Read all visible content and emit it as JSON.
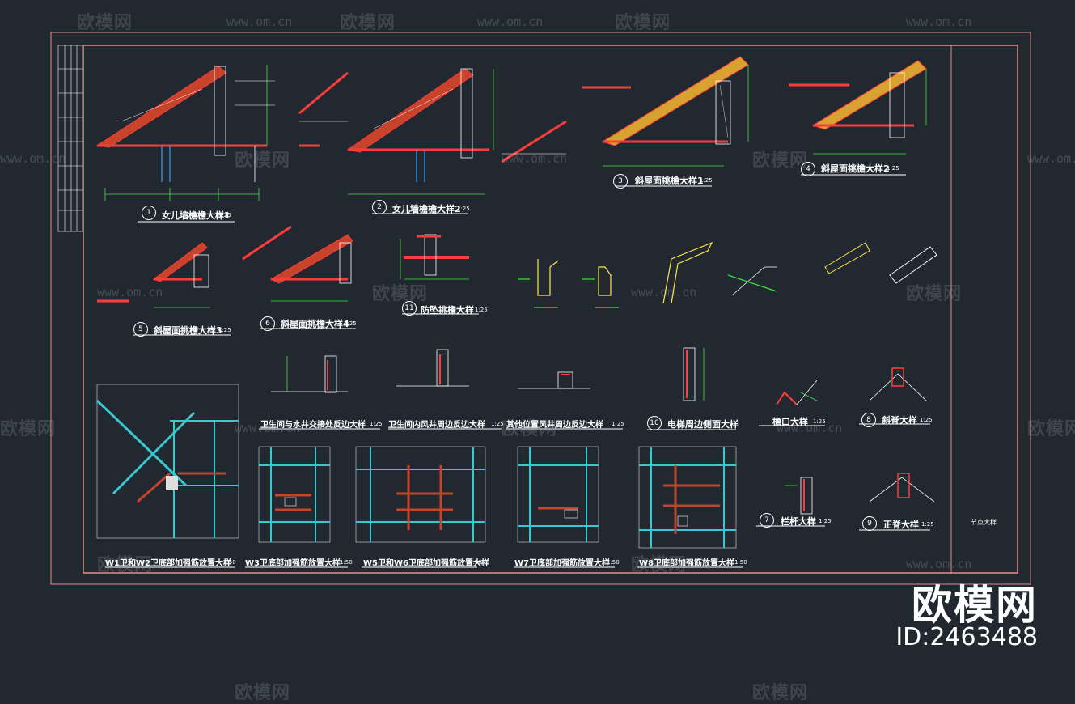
{
  "watermark": {
    "text": "欧模网",
    "url": "www.om.cn"
  },
  "brand": {
    "name": "欧模网",
    "id": "ID:2463488"
  },
  "frame_label": "节点大样",
  "details": [
    {
      "num": "1",
      "title": "女儿墙檐檐大样1",
      "scale": "1:25"
    },
    {
      "num": "2",
      "title": "女儿墙檐檐大样2",
      "scale": "1:25"
    },
    {
      "num": "3",
      "title": "斜屋面挑檐大样1",
      "scale": "1:25"
    },
    {
      "num": "4",
      "title": "斜屋面挑檐大样2",
      "scale": "1:25"
    },
    {
      "num": "5",
      "title": "斜屋面挑檐大样3",
      "scale": "1:25"
    },
    {
      "num": "6",
      "title": "斜屋面挑檐大样4",
      "scale": "1:25"
    },
    {
      "num": "11",
      "title": "防坠挑檐大样",
      "scale": "1:25"
    },
    {
      "num": "",
      "title": "卫生间与水井交接处反边大样",
      "scale": "1:25"
    },
    {
      "num": "",
      "title": "卫生间内风井周边反边大样",
      "scale": "1:25"
    },
    {
      "num": "",
      "title": "其他位置风井周边反边大样",
      "scale": "1:25"
    },
    {
      "num": "10",
      "title": "电梯周边侧面大样",
      "scale": ""
    },
    {
      "num": "",
      "title": "檐口大样",
      "scale": "1:25"
    },
    {
      "num": "8",
      "title": "斜脊大样",
      "scale": "1:25"
    },
    {
      "num": "7",
      "title": "栏杆大样",
      "scale": "1:25"
    },
    {
      "num": "9",
      "title": "正脊大样",
      "scale": "1:25"
    },
    {
      "num": "",
      "title": "W1卫和W2卫底部加强筋放置大样",
      "scale": "1:50"
    },
    {
      "num": "",
      "title": "W3卫底部加强筋放置大样",
      "scale": "1:50"
    },
    {
      "num": "",
      "title": "W5卫和W6卫底部加强筋放置大样",
      "scale": "1:50"
    },
    {
      "num": "",
      "title": "W7卫底部加强筋放置大样",
      "scale": "1:50"
    },
    {
      "num": "",
      "title": "W8卫底部加强筋放置大样",
      "scale": "1:50"
    }
  ]
}
